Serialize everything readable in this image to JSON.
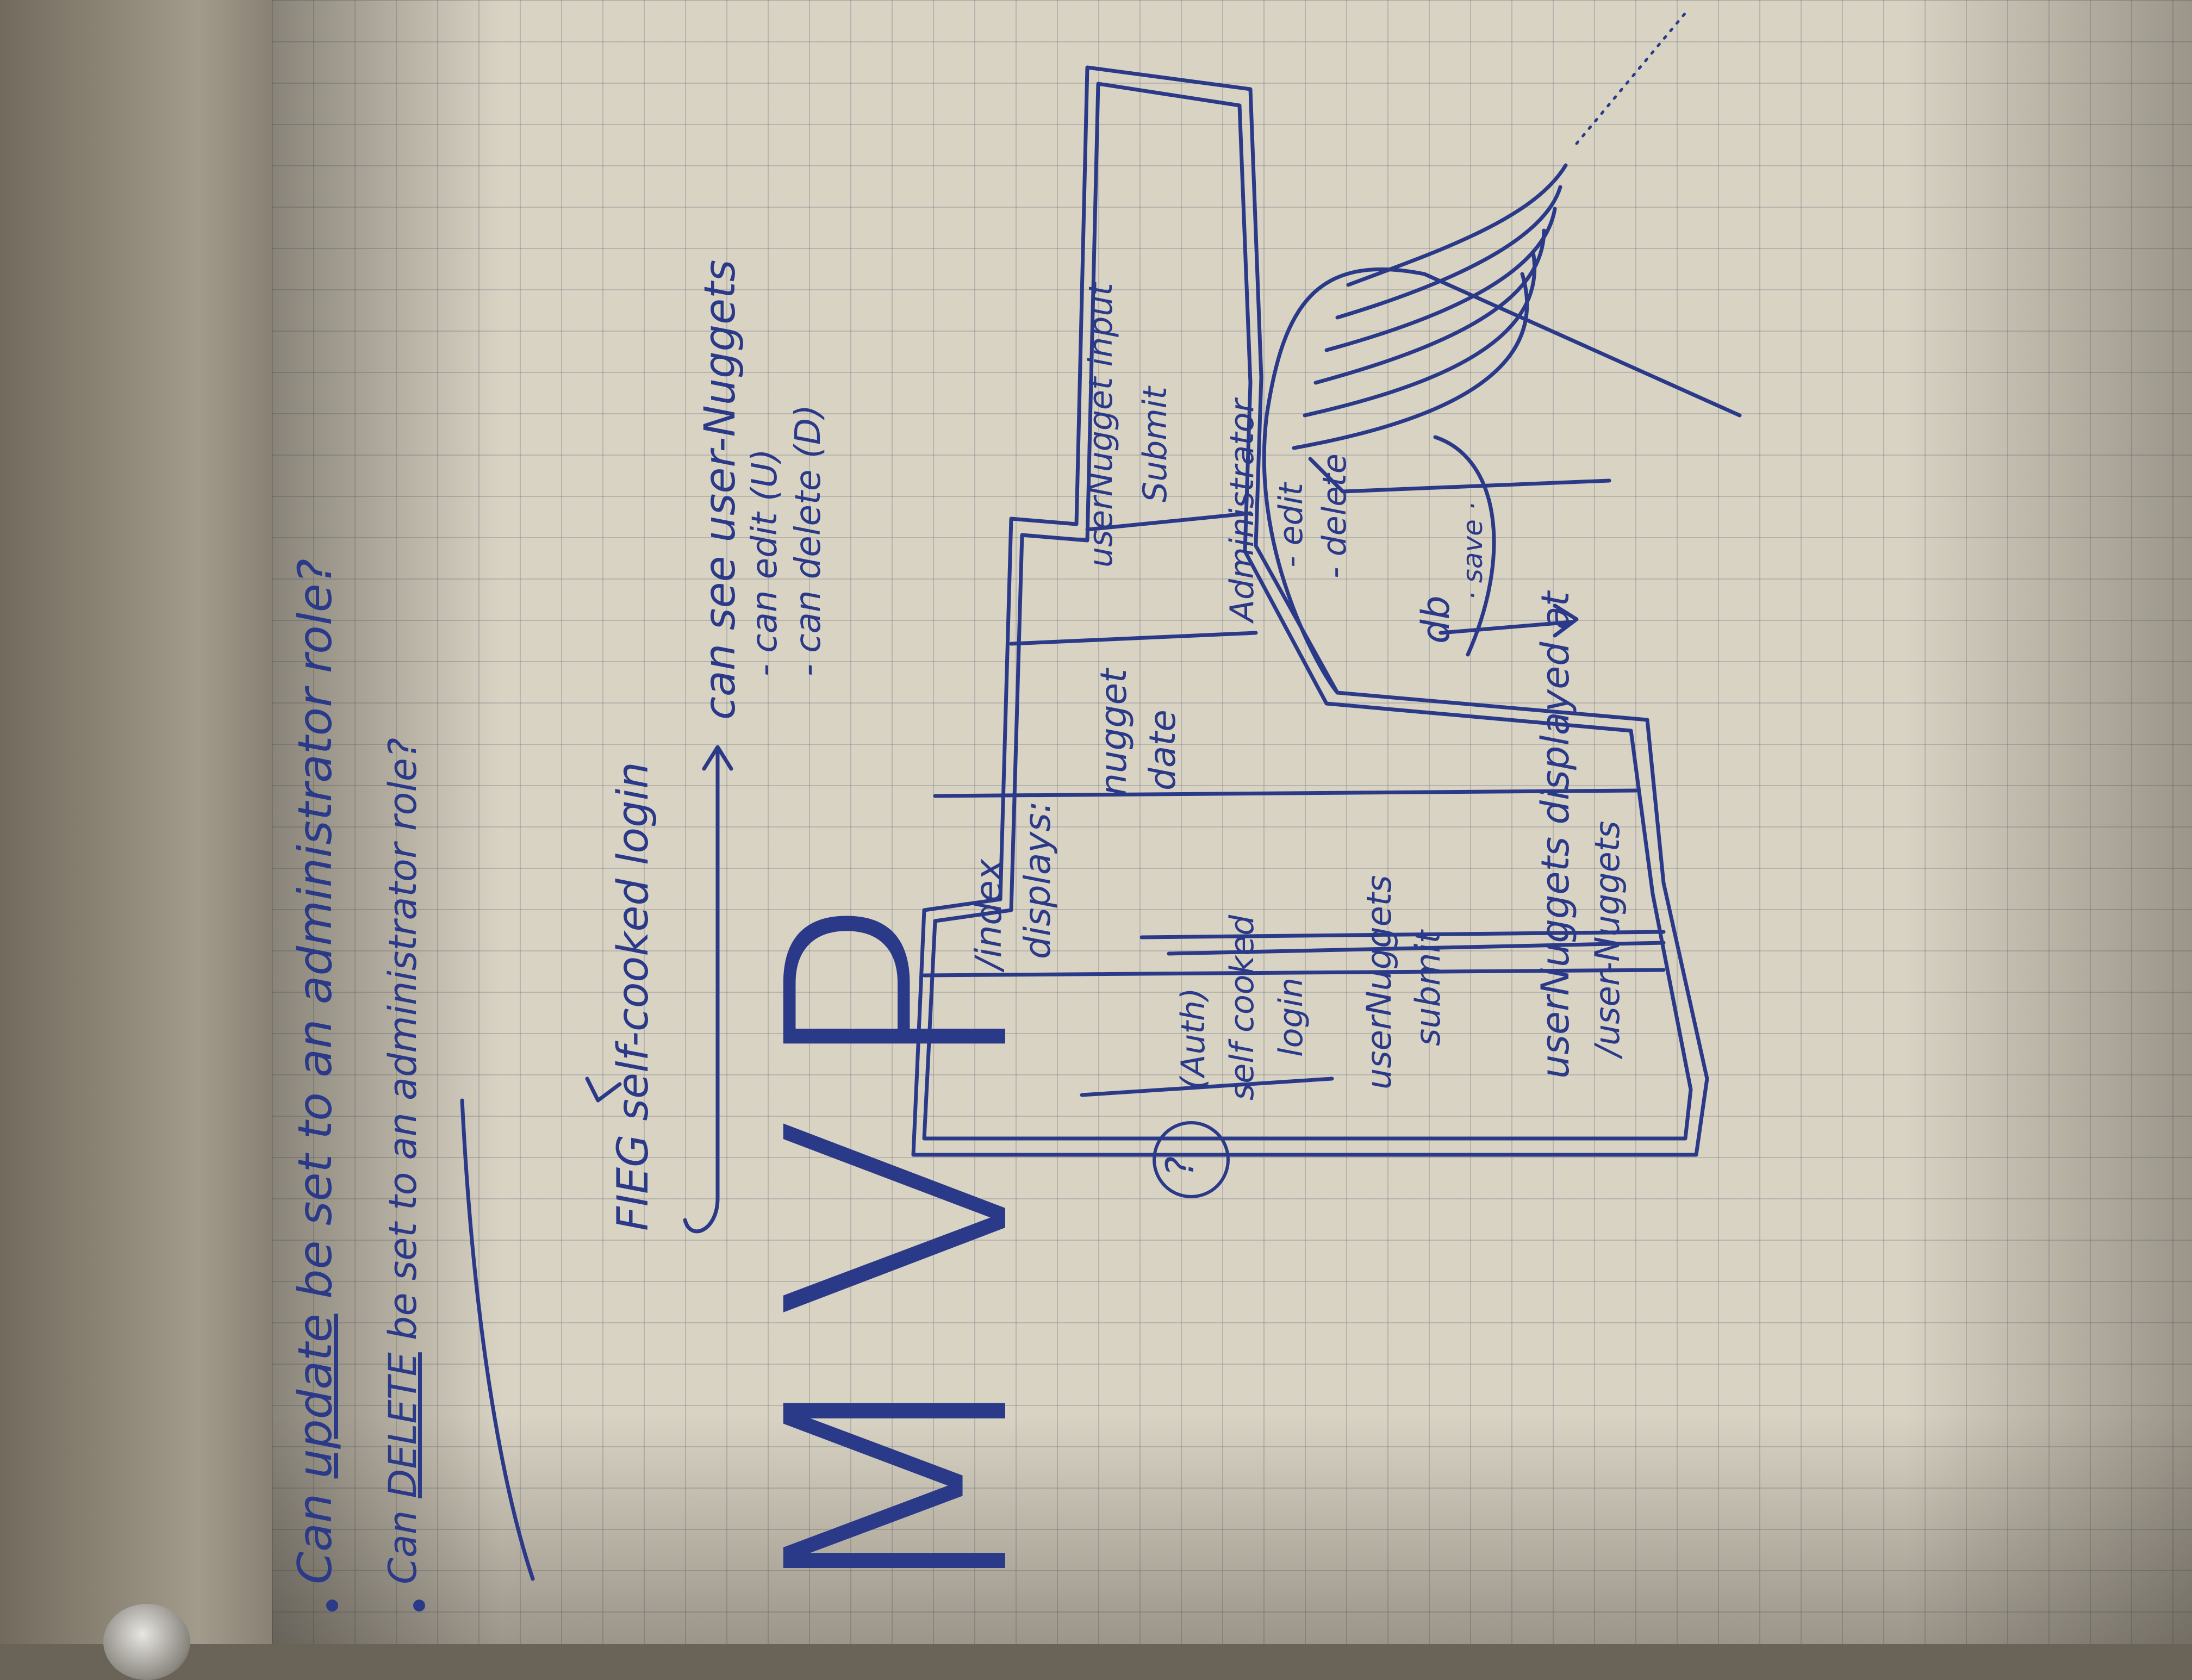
{
  "questions": {
    "q1": {
      "prefix": "Can",
      "emphasis": "update",
      "rest": "be set to an administrator role?"
    },
    "q2": {
      "prefix": "Can",
      "emphasis": "DELETE",
      "rest": "be set to an administrator role?"
    }
  },
  "title": "MVP",
  "login_note": {
    "label": "FIEG self-cooked login",
    "arrow_target": "can see user-Nuggets",
    "sub_items": [
      "- can edit (U)",
      "- can delete (D)"
    ]
  },
  "diagram": {
    "index_box": {
      "line1": "/index",
      "line2": "displays:",
      "line3": "nugget",
      "line4": "date"
    },
    "input_box": {
      "line1": "userNugget input",
      "line2": "Submit"
    },
    "auth_box": {
      "marker": "?",
      "line1": "(Auth)",
      "line2": "self cooked",
      "line3": "login"
    },
    "admin_box": {
      "line1": "Administrator",
      "line2": "- edit",
      "line3": "- delete"
    },
    "submit_box": {
      "line1": "userNuggets",
      "line2": "submit",
      "arrow_target": "db",
      "note": "· save ·"
    },
    "display_box": {
      "line1": "userNuggets displayed at",
      "line2": "/user-Nuggets"
    }
  }
}
